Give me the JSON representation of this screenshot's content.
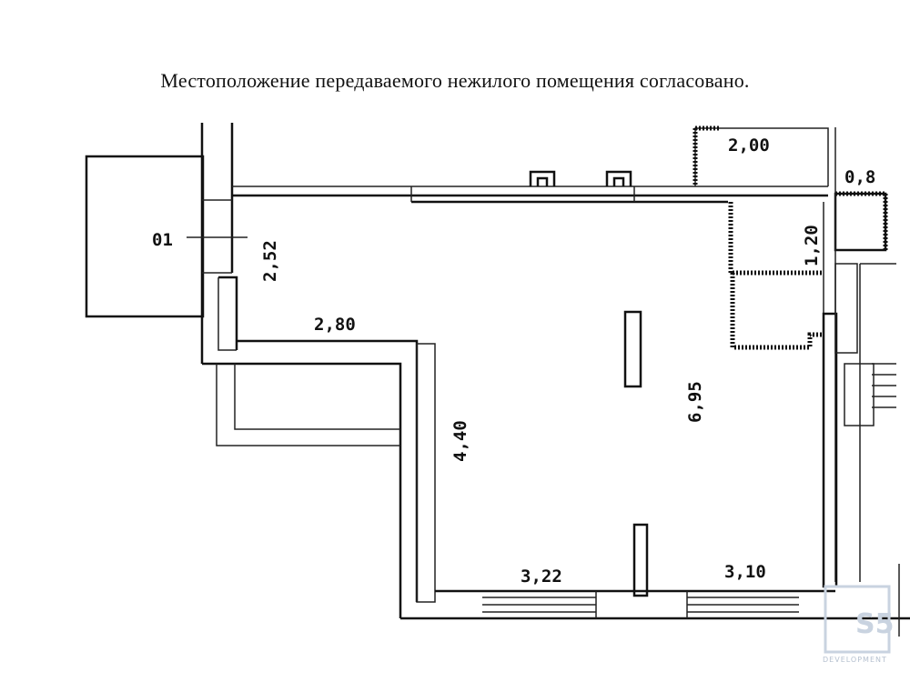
{
  "caption": "Местоположение передаваемого нежилого помещения согласовано.",
  "labels": {
    "room_id": "01",
    "dim_252": "2,52",
    "dim_280": "2,80",
    "dim_440": "4,40",
    "dim_695": "6,95",
    "dim_200": "2,00",
    "dim_08": "0,8",
    "dim_120": "1,20",
    "dim_322": "3,22",
    "dim_310": "3,10"
  },
  "watermark": {
    "mark": "S5",
    "sub": "DEVELOPMENT"
  }
}
